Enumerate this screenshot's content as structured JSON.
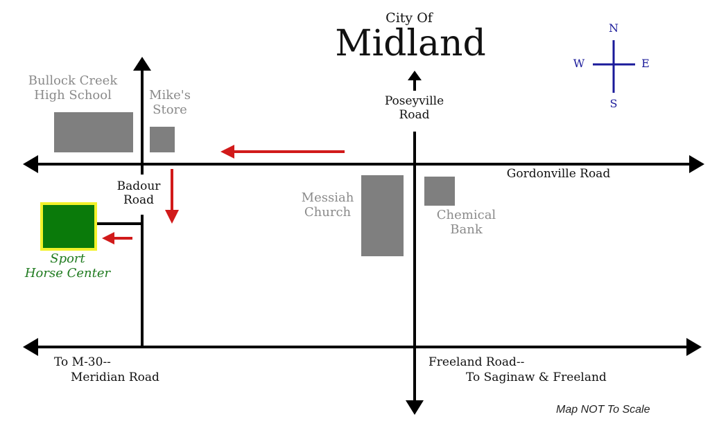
{
  "title": {
    "prefix": "City Of",
    "city": "Midland"
  },
  "compass": {
    "n": "N",
    "s": "S",
    "e": "E",
    "w": "W"
  },
  "roads": {
    "gordonville": "Gordonville Road",
    "badour": [
      "Badour",
      "Road"
    ],
    "poseyville": [
      "Poseyville",
      "Road"
    ],
    "meridian": [
      "To M-30--",
      "Meridian Road"
    ],
    "freeland": [
      "Freeland Road--",
      "To Saginaw & Freeland"
    ]
  },
  "landmarks": {
    "bullock": [
      "Bullock Creek",
      "High School"
    ],
    "mikes": [
      "Mike's",
      "Store"
    ],
    "messiah": [
      "Messiah",
      "Church"
    ],
    "chemical": [
      "Chemical",
      "Bank"
    ],
    "destination": [
      "Sport",
      "Horse Center"
    ]
  },
  "note": "Map NOT To Scale",
  "colors": {
    "road": "#000000",
    "building": "#7f7f7f",
    "route": "#d11a1a",
    "destination": "#0a7a0a",
    "destination_border": "#f2f22a",
    "compass": "#1a1a9a"
  }
}
